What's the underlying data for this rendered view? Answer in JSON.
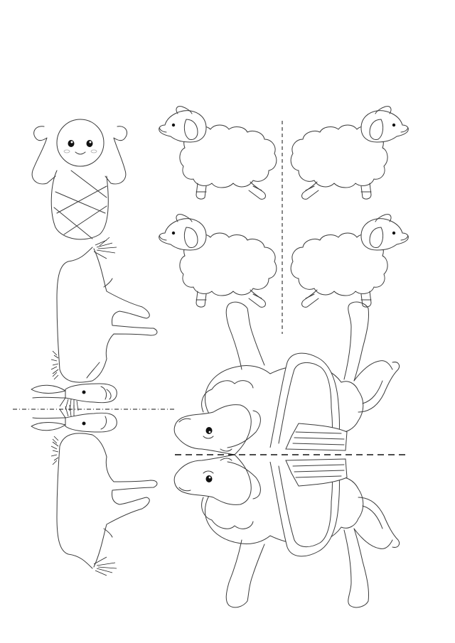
{
  "sheet": {
    "background": "#ffffff",
    "line_color": "#3a3a3a",
    "cut_line_color": "#111111"
  },
  "figures": [
    {
      "id": "baby",
      "icon": "swaddled-baby-icon"
    },
    {
      "id": "sheep-top-left",
      "icon": "sheep-icon"
    },
    {
      "id": "sheep-top-right",
      "icon": "sheep-icon"
    },
    {
      "id": "sheep-bottom-left",
      "icon": "sheep-icon"
    },
    {
      "id": "sheep-bottom-right",
      "icon": "sheep-icon"
    },
    {
      "id": "donkey-upper",
      "icon": "donkey-icon"
    },
    {
      "id": "donkey-lower",
      "icon": "donkey-icon"
    },
    {
      "id": "camel-upper",
      "icon": "camel-icon"
    },
    {
      "id": "camel-lower",
      "icon": "camel-icon"
    }
  ]
}
